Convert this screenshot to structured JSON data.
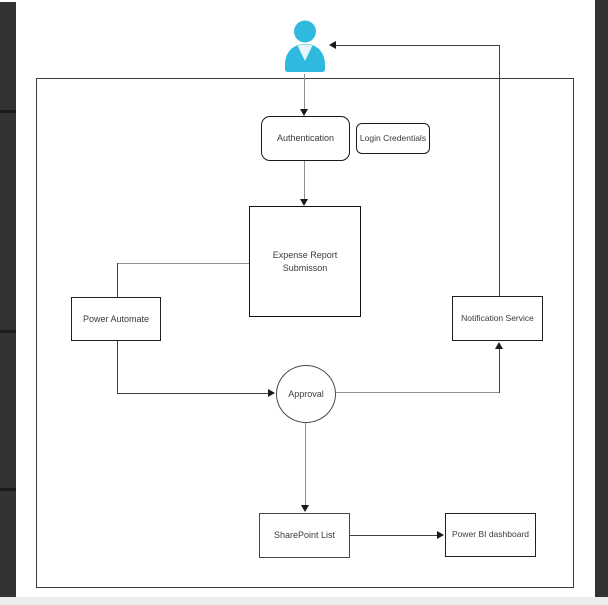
{
  "diagram": {
    "colors": {
      "user_icon": "#2fb9de",
      "user_icon_notch": "#e6f6fb",
      "panel_dark": "#333333",
      "connector_gray": "#8f8f8f",
      "connector_dark": "#3f3f3f"
    },
    "nodes": {
      "user": {
        "icon": "user-icon"
      },
      "authentication": {
        "label": "Authentication"
      },
      "login_credentials": {
        "label": "Login Credentials"
      },
      "expense_report": {
        "label": "Expense Report\nSubmisson"
      },
      "power_automate": {
        "label": "Power Automate"
      },
      "notification_service": {
        "label": "Notification Service"
      },
      "approval": {
        "label": "Approval"
      },
      "sharepoint_list": {
        "label": "SharePoint List"
      },
      "power_bi": {
        "label": "Power BI dashboard"
      }
    }
  }
}
